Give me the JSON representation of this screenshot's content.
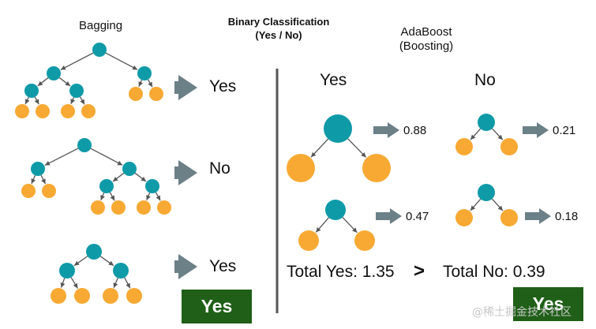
{
  "colors": {
    "internal_node": "#0f9aa8",
    "leaf_node": "#f8a933",
    "arrow": "#6c8088",
    "divider": "#555555",
    "result_box": "#1f5f17"
  },
  "bagging": {
    "title": "Bagging",
    "votes": [
      "Yes",
      "No",
      "Yes"
    ],
    "result": "Yes"
  },
  "center_header": {
    "line1": "Binary Classification",
    "line2": "(Yes / No)"
  },
  "adaboost": {
    "title_line1": "AdaBoost",
    "title_line2": "(Boosting)",
    "yes_label": "Yes",
    "no_label": "No",
    "yes_scores": [
      "0.88",
      "0.47"
    ],
    "no_scores": [
      "0.21",
      "0.18"
    ],
    "total_yes": "Total Yes: 1.35",
    "comparator": ">",
    "total_no": "Total No: 0.39",
    "result": "Yes"
  },
  "watermark": "@稀土掘金技术社区"
}
